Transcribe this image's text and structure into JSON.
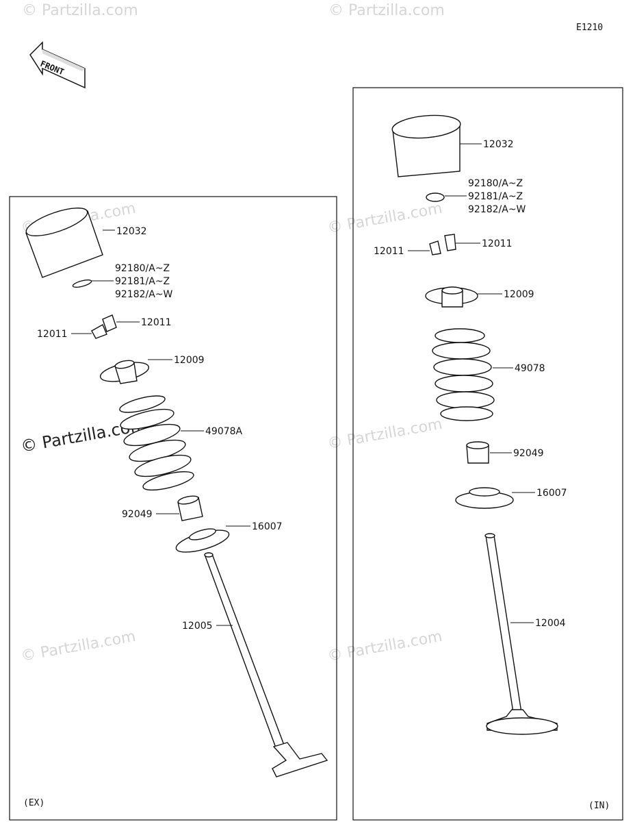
{
  "diagram_code": "E1210",
  "front_label": "FRONT",
  "watermark": "© Partzilla.com",
  "exhaust": {
    "tag": "(EX)",
    "labels": {
      "bucket": "12032",
      "shim_1": "92180/A~Z",
      "shim_2": "92181/A~Z",
      "shim_3": "92182/A~W",
      "keeper_right": "12011",
      "keeper_left": "12011",
      "retainer": "12009",
      "spring": "49078A",
      "seal": "92049",
      "seat": "16007",
      "valve": "12005"
    }
  },
  "intake": {
    "tag": "(IN)",
    "labels": {
      "bucket": "12032",
      "shim_1": "92180/A~Z",
      "shim_2": "92181/A~Z",
      "shim_3": "92182/A~W",
      "keeper_right": "12011",
      "keeper_left": "12011",
      "retainer": "12009",
      "spring": "49078",
      "seal": "92049",
      "seat": "16007",
      "valve": "12004"
    }
  }
}
